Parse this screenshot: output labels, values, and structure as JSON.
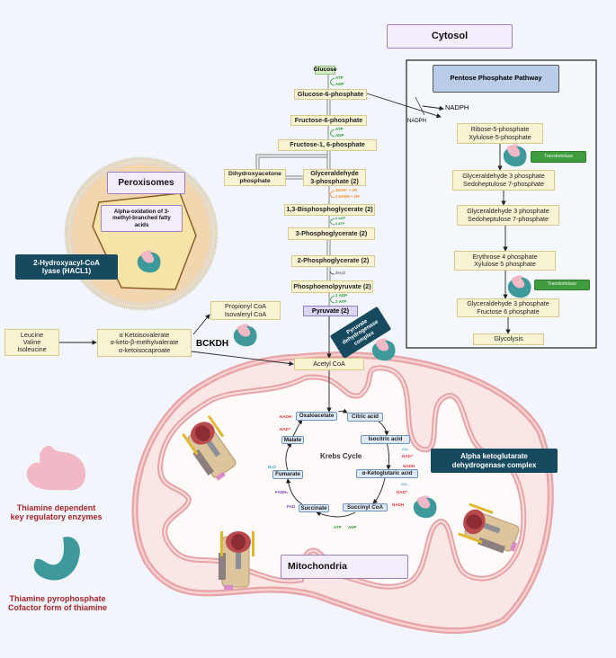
{
  "cytosol_label": "Cytosol",
  "glycolysis": {
    "glucose": "Glucose",
    "g6p": "Glucose-6-phosphate",
    "f6p": "Fructose-6-phosphate",
    "f16p": "Fructose-1, 6-phosphate",
    "dhap": "Dihydroxyacetone\nphosphate",
    "g3p": "Glyceraldehyde\n3-phosphate (2)",
    "bpg": "1,3-Bisphosphoglycerate (2)",
    "pg3": "3-Phosphoglycerate (2)",
    "pg2": "2-Phosphoglycerate (2)",
    "pep": "Phosphoenolpyruvate (2)",
    "pyruvate": "Pyruvate (2)",
    "atp1": "ATP",
    "adp1": "ADP",
    "atp2": "ATP",
    "adp2": "ADP",
    "nad": "2NAD⁺ + 2Pᵢ",
    "nadh": "2 NADH + 2H⁺",
    "adp3": "2 ADP",
    "atp3": "2 ATP",
    "h2o": "2H₂O",
    "adp4": "2 ADP",
    "atp4": "2 ATP"
  },
  "ppp": {
    "title": "Pentose Phosphate Pathway",
    "nadph1": "NADPH",
    "nadph2": "NADPH",
    "s1": "Ribose-5-phosphate\nXylulose-5-phosphate",
    "s2": "Glyceraldehyde 3 phosphate\nSedoheptulose 7-phosphate",
    "s3": "Glyceraldehyde 3 phosphate\nSedoheptulose 7-phosphate",
    "s4": "Erythrose 4 phosphate\nXylulose 5 phosphate",
    "s5": "Glyceraldehyde 3 phosphate\nFructose 6 phosphate",
    "s6": "Glycolysis",
    "enzyme1": "Transketolase",
    "enzyme2": "Transketolase"
  },
  "peroxisome": {
    "label": "Peroxisomes",
    "process": "Alpha-oxidation of 3-\nmethyl-branched fatty\nacids",
    "enzyme": "2-Hydroxyacyl-CoA\nlyase (HACL1)"
  },
  "bcaa": {
    "amino_acids": "Leucine\nValine\nIsoleucine",
    "keto_acids": "α Ketoisovalerate\nα-keto-β-methylvalerate\nα-ketoisocaproate",
    "products": "Propionyl CoA\nIsovaleryl CoA",
    "enzyme": "BCKDH"
  },
  "pdh_label": "Pyruvate\ndehydrogenase\ncomplex",
  "acetyl_coa": "Acetyl  CoA",
  "krebs": {
    "title": "Krebs Cycle",
    "oxaloacetate": "Oxaloacetate",
    "citric": "Citric acid",
    "isocitric": "Isocitric acid",
    "akg": "α-Ketoglutaric acid",
    "succinyl": "Succinyl CoA",
    "succinate": "Succinate",
    "fumarate": "Fumarate",
    "malate": "Malate",
    "nadh1": "NADH",
    "nad1": "NAD⁺",
    "h2o": "H₂O",
    "fadh2": "FADH₂",
    "fad": "FAD",
    "co2a": "CO₂",
    "nad2": "NAD⁺",
    "nadh2": "NADH",
    "co2b": "CO₂",
    "nad3": "NAD⁺",
    "nadh3": "NADH",
    "atp": "ATP",
    "adp": "ADP"
  },
  "akg_complex": "Alpha ketoglutarate\ndehydrogenase complex",
  "mito_label": "Mitochondria",
  "legend": {
    "enzymes": "Thiamine dependent\nkey regulatory enzymes",
    "cofactor": "Thiamine pyrophosphate\nCofactor form of thiamine"
  },
  "colors": {
    "enzyme_pink": "#f2b8c6",
    "tpp_teal": "#3e9a9a",
    "dark_label": "#17495f",
    "transketolase": "#3f9c3f",
    "membrane": "#e7a3a6"
  }
}
